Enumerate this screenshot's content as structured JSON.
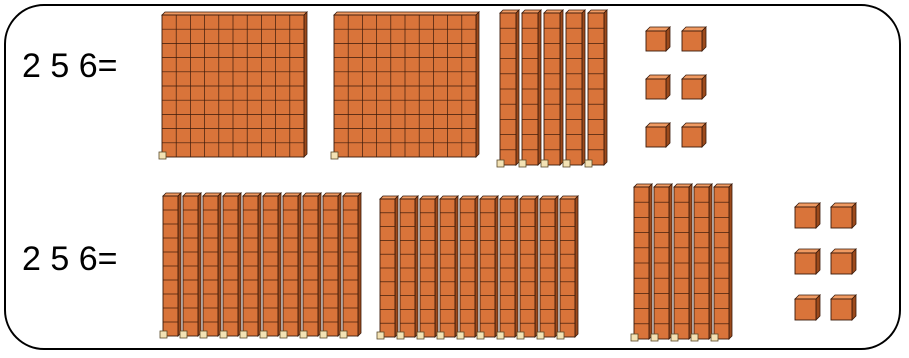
{
  "colors": {
    "block_face": "#D9743A",
    "block_top": "#F09A62",
    "block_side": "#9C4A1C",
    "block_line": "#3A1A0A",
    "marker_fill": "#F3E2B4",
    "marker_stroke": "#5A4A2A",
    "frame": "#000000"
  },
  "rows": [
    {
      "equation_label": "2 5 6=",
      "blocks": {
        "hundreds": 2,
        "tens": 5,
        "ones": 6
      }
    },
    {
      "equation_label": "2 5 6=",
      "blocks": {
        "hundreds": 0,
        "tens": 25,
        "ones": 6
      }
    }
  ]
}
